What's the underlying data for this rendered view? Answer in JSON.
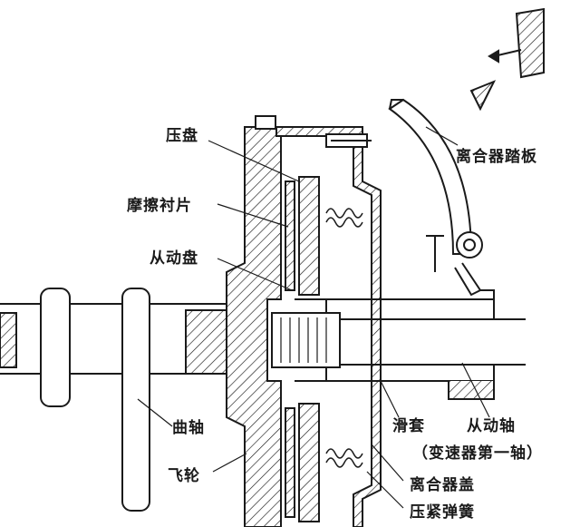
{
  "title": "离合器结构示意图",
  "labels": {
    "pressure_plate": "压盘",
    "friction_lining": "摩擦衬片",
    "driven_disc": "从动盘",
    "clutch_pedal": "离合器踏板",
    "crankshaft": "曲轴",
    "flywheel": "飞轮",
    "sliding_sleeve": "滑套",
    "driven_shaft": "从动轴",
    "gearbox_first_shaft": "（变速器第一轴）",
    "clutch_cover": "离合器盖",
    "pressure_spring": "压紧弹簧"
  },
  "colors": {
    "ink": "#1a1a1a",
    "background": "#ffffff"
  }
}
